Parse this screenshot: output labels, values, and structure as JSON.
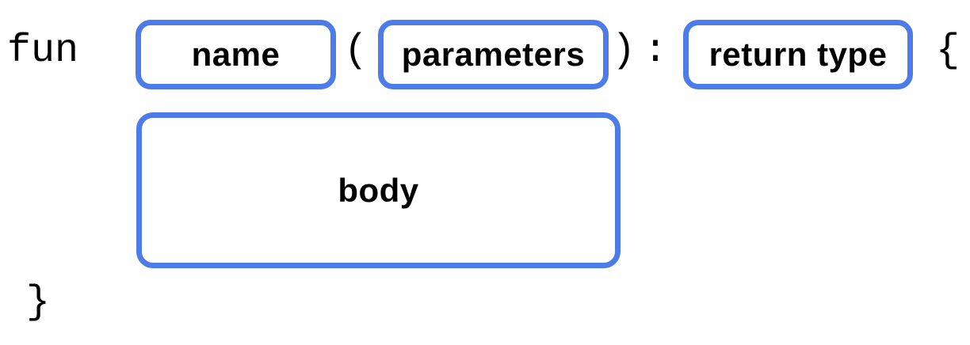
{
  "diagram": {
    "kind": "kotlin-function-declaration-syntax",
    "tokens": {
      "keyword_fun": "fun",
      "open_paren": "(",
      "close_paren": ")",
      "colon": ":",
      "open_brace": "{",
      "close_brace": "}"
    },
    "slots": {
      "name": "name",
      "parameters": "parameters",
      "return_type": "return type",
      "body": "body"
    },
    "colors": {
      "slot_border": "#4D7CE9",
      "token_text": "#000000",
      "slot_label_text": "#000000",
      "background": "#FFFFFF"
    }
  }
}
